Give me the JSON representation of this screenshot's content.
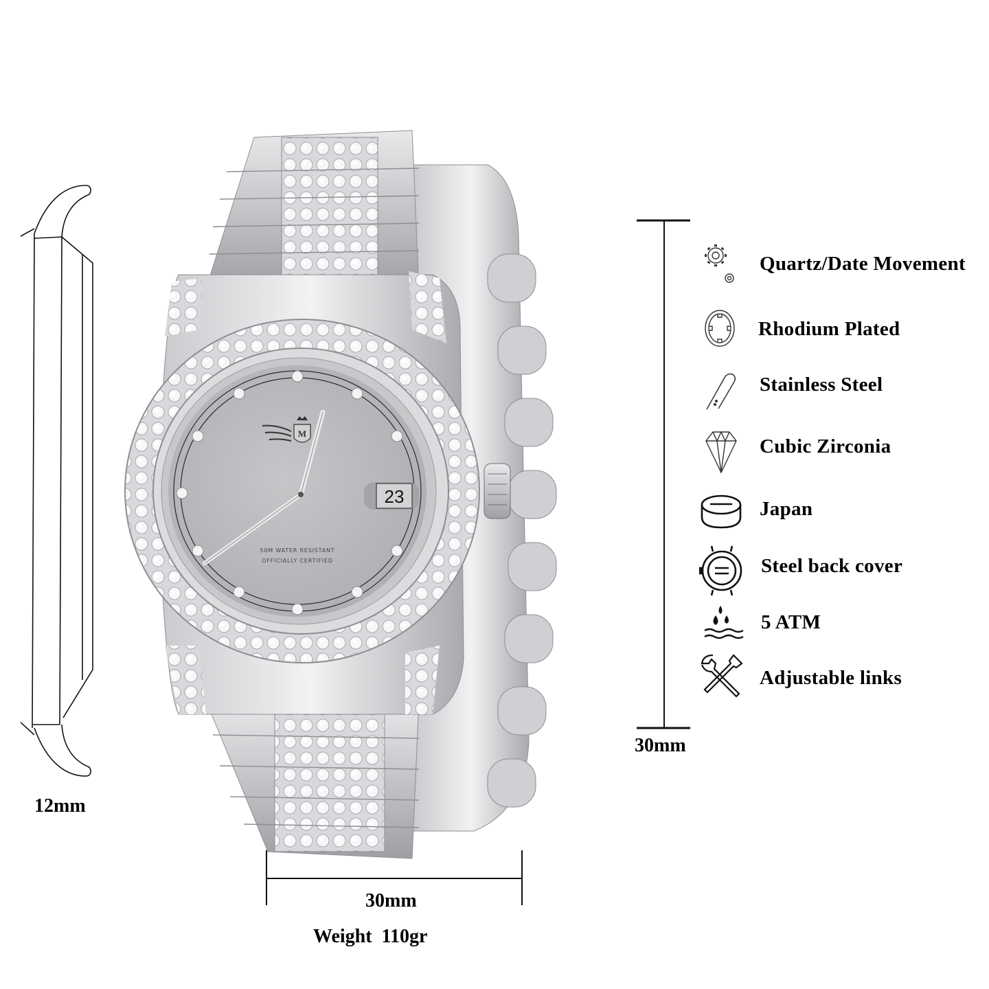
{
  "product": {
    "case_thickness": "12mm",
    "case_width": "30mm",
    "case_height": "30mm",
    "weight": "Weight  110gr"
  },
  "dial": {
    "date": "23",
    "line1": "50M WATER RESISTANT",
    "line2": "OFFICIALLY CERTIFIED",
    "logo_letter": "M"
  },
  "features": [
    {
      "icon": "gears-icon",
      "label": "Quartz/Date Movement"
    },
    {
      "icon": "plated-ring-icon",
      "label": "Rhodium Plated"
    },
    {
      "icon": "steel-bar-icon",
      "label": "Stainless Steel"
    },
    {
      "icon": "diamond-icon",
      "label": "Cubic Zirconia"
    },
    {
      "icon": "battery-icon",
      "label": "Japan"
    },
    {
      "icon": "watch-back-icon",
      "label": "Steel back cover"
    },
    {
      "icon": "water-drops-icon",
      "label": "5 ATM"
    },
    {
      "icon": "tools-icon",
      "label": "Adjustable links"
    }
  ],
  "colors": {
    "text": "#000000",
    "steel_light": "#e6e6e8",
    "steel_mid": "#b9babd",
    "steel_dark": "#8d8e92",
    "dial": "#bdbdc0"
  }
}
